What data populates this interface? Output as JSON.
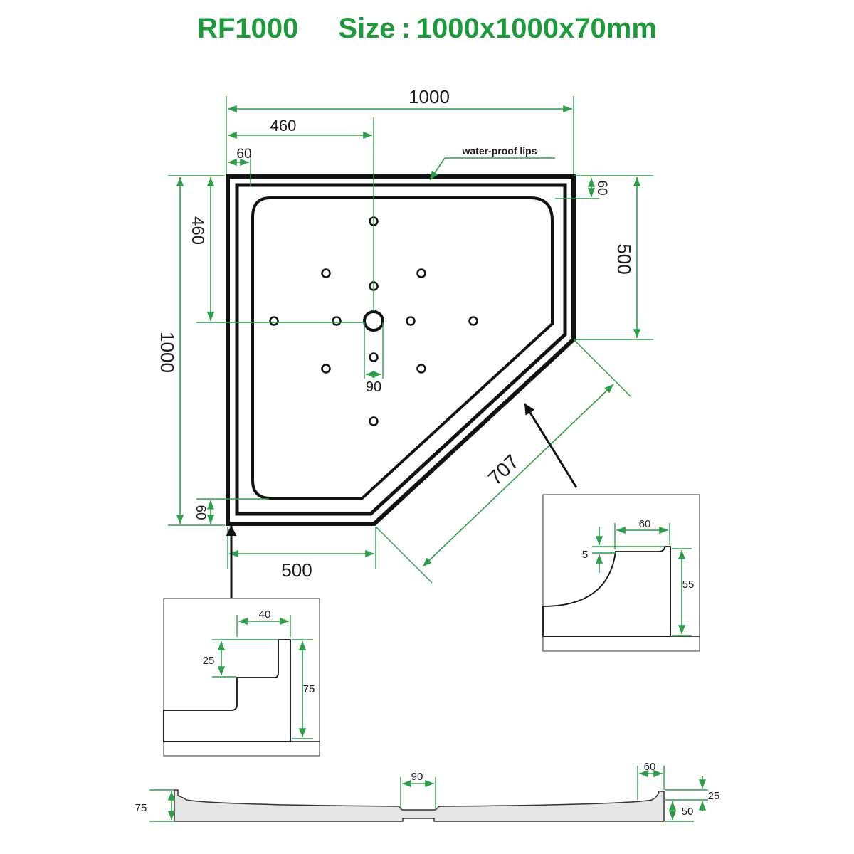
{
  "title": {
    "model": "RF1000",
    "size": "Size : 1000x1000x70mm",
    "color": "#1e9a3c"
  },
  "colors": {
    "dimension_lines": "#2e9e4a",
    "outline": "#111111",
    "profile_fill": "#e6e6e6"
  },
  "plan": {
    "dims": {
      "width_total": "1000",
      "to_drain_x": "460",
      "lip_top_left": "60",
      "height_total": "1000",
      "to_drain_y": "460",
      "lip_right": "60",
      "right_side": "500",
      "lip_bottom": "60",
      "bottom_side": "500",
      "diagonal": "707",
      "drain_diameter": "90"
    },
    "callout": "water-proof lips"
  },
  "detail_front": {
    "width": "40",
    "step": "25",
    "height": "75"
  },
  "detail_diagonal": {
    "width": "60",
    "lip": "5",
    "height": "55"
  },
  "profile": {
    "drain": "90",
    "lip_width": "60",
    "height_left": "75",
    "lip_height": "25",
    "base_height": "50"
  }
}
